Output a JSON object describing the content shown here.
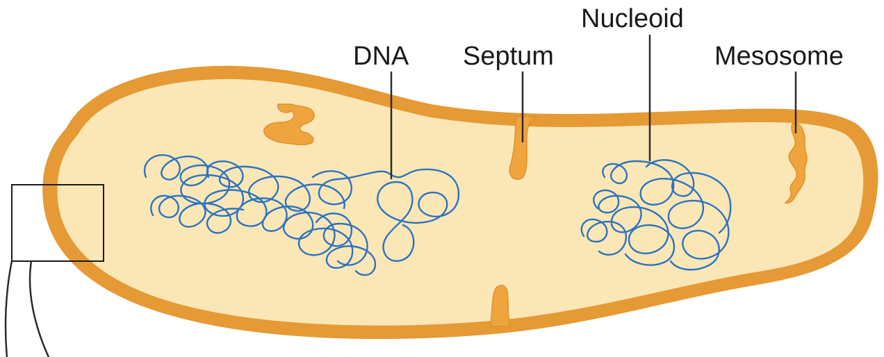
{
  "labels": {
    "dna": "DNA",
    "septum": "Septum",
    "nucleoid": "Nucleoid",
    "mesosome": "Mesosome"
  },
  "colors": {
    "cell_wall": "#e59a35",
    "cytoplasm": "#fbe6b6",
    "dna": "#2a73c0",
    "ingrowth": "#f0a43d",
    "text": "#1a1a1a"
  }
}
